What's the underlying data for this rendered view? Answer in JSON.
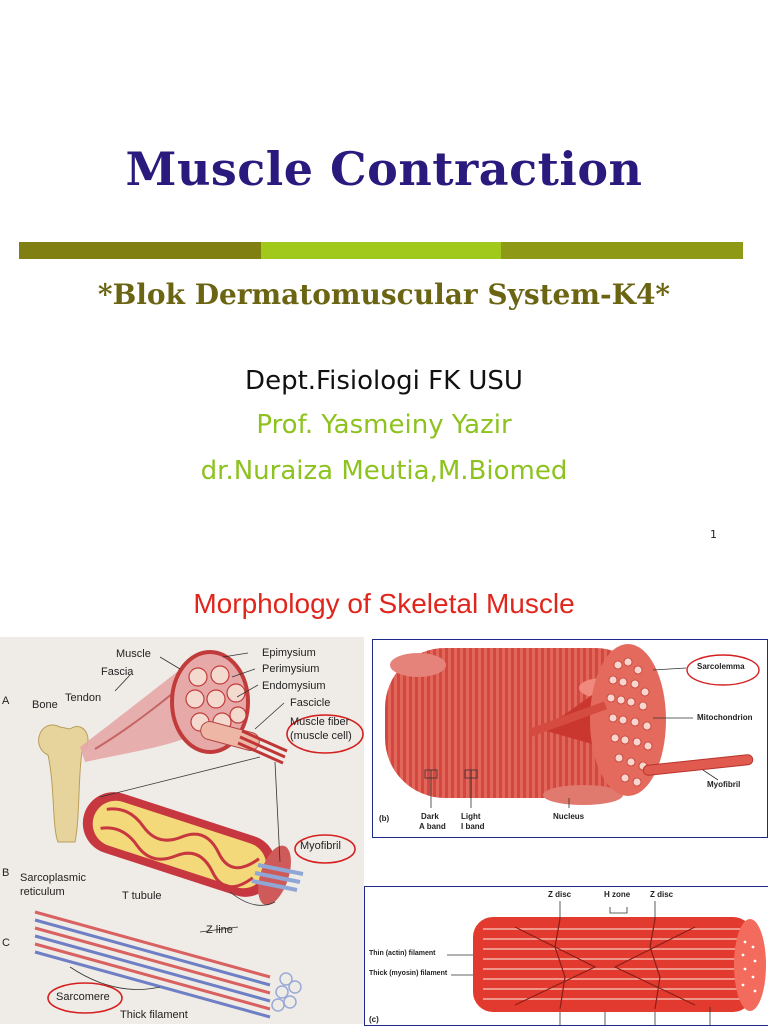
{
  "slide": {
    "title": "Muscle Contraction",
    "subtitle": "*Blok Dermatomuscular System-K4*",
    "department": "Dept.Fisiologi FK USU",
    "author1": "Prof. Yasmeiny Yazir",
    "author2": "dr.Nuraiza Meutia,M.Biomed",
    "page_number": "1"
  },
  "next_slide": {
    "title": "Morphology of Skeletal Muscle",
    "panel_a": {
      "labels": {
        "muscle": "Muscle",
        "fascia": "Fascia",
        "tendon": "Tendon",
        "bone": "Bone",
        "epimysium": "Epimysium",
        "perimysium": "Perimysium",
        "endomysium": "Endomysium",
        "fascicle": "Fascicle",
        "muscle_fiber_1": "Muscle fiber",
        "muscle_fiber_2": "(muscle cell)",
        "myofibril": "Myofibril",
        "sarco_1": "Sarcoplasmic",
        "sarco_2": "reticulum",
        "t_tubule": "T tubule",
        "z_line": "Z line",
        "sarcomere": "Sarcomere",
        "thick_filament": "Thick filament",
        "letter_a": "A",
        "letter_b": "B",
        "letter_c": "C"
      }
    },
    "panel_b": {
      "labels": {
        "sarcolemma": "Sarcolemma",
        "mitochondrion": "Mitochondrion",
        "myofibril": "Myofibril",
        "dark_1": "Dark",
        "dark_2": "A band",
        "light_1": "Light",
        "light_2": "I band",
        "nucleus": "Nucleus",
        "letter": "(b)"
      }
    },
    "panel_c": {
      "labels": {
        "z_disc_1": "Z disc",
        "h_zone": "H zone",
        "z_disc_2": "Z disc",
        "thin": "Thin (actin) filament",
        "thick": "Thick (myosin) filament",
        "letter": "(c)"
      }
    }
  },
  "colors": {
    "title": "#2b1a7d",
    "subtitle": "#6b6513",
    "author": "#8dc21f",
    "body_text": "#111111",
    "second_title": "#e0261c",
    "bar_dark": "#7f7f12",
    "bar_light": "#a1c91c",
    "highlight_oval": "#d52020"
  }
}
